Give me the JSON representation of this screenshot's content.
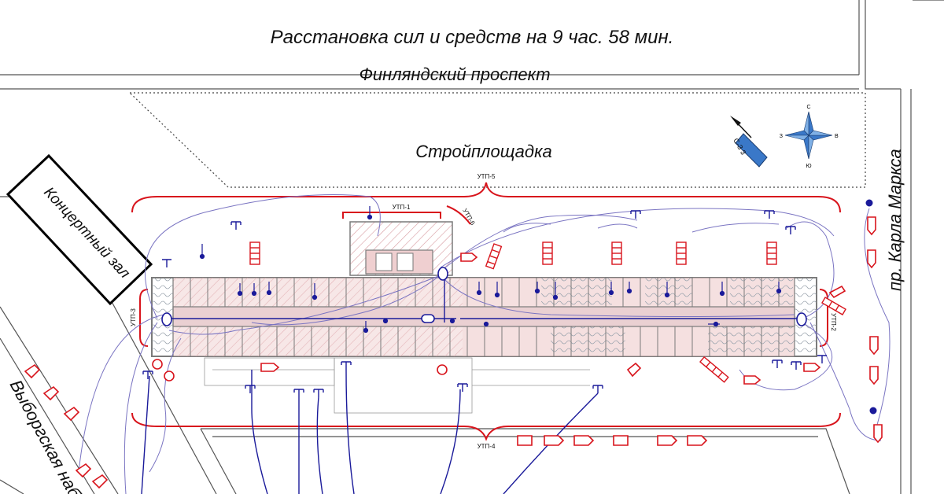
{
  "title": "Расстановка сил и средств на 9 час. 58 мин.",
  "streets": {
    "finlyandsky": "Финляндский проспект",
    "karla_marksa": "пр. Карла Маркса",
    "vyborgskaya": "Выборгская наб."
  },
  "zones": {
    "construction_site": "Стройплощадка",
    "concert_hall": "Концертный зал"
  },
  "utp": {
    "utp1": "УТП-1",
    "utp2": "УТП-2",
    "utp3": "УТП-3",
    "utp4": "УТП-4",
    "utp5": "УТП-5",
    "utp6": "УТП-6"
  },
  "compass": {
    "north": "С",
    "south": "Ю",
    "west": "З",
    "east": "В"
  },
  "wind_label": "С-З 3",
  "colors": {
    "fire_red": "#d8141c",
    "hose_blue": "#1a1a9a",
    "hose_violet": "#7a74c2",
    "burn_pink": "#efcfd0",
    "wall_gray": "#7a7a7a",
    "compass_blue": "#3a78c8"
  }
}
